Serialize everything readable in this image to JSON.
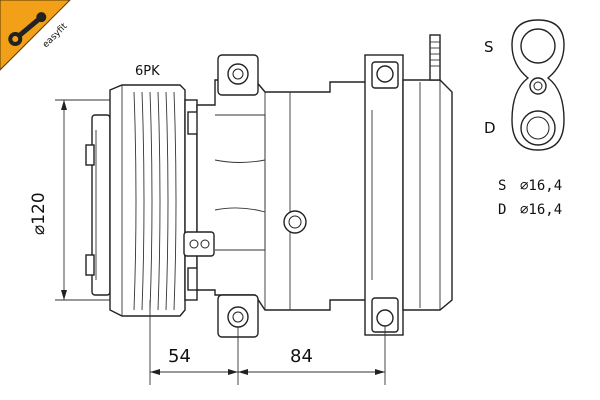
{
  "badge": {
    "text": "easyfit",
    "colors": {
      "background": "#f2a018",
      "stroke": "#5a3a00",
      "icon": "#222222"
    }
  },
  "drawing": {
    "belt_label": "6PK",
    "diameter_label": "⌀120",
    "dimension_left": "54",
    "dimension_right": "84"
  },
  "ports": {
    "suction_letter": "S",
    "discharge_letter": "D",
    "specs": [
      {
        "port": "S",
        "value": "⌀16,4"
      },
      {
        "port": "D",
        "value": "⌀16,4"
      }
    ]
  }
}
